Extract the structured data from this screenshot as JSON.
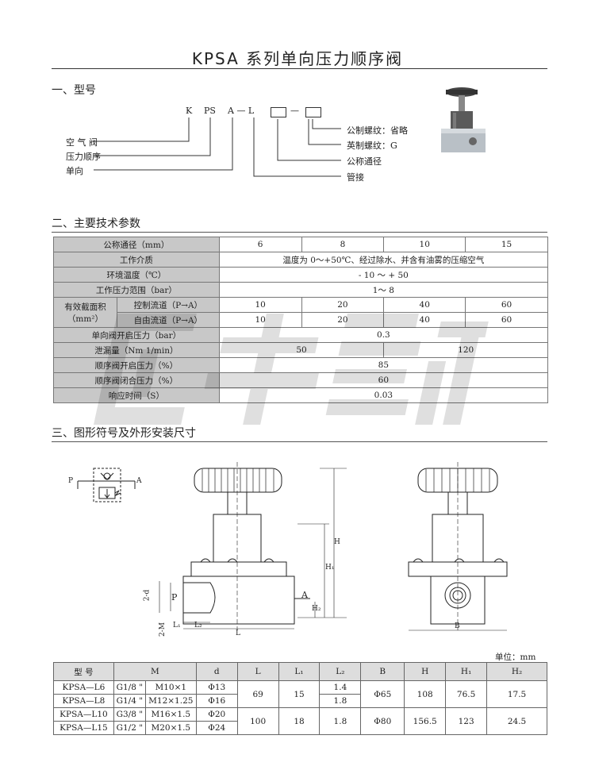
{
  "title": "KPSA 系列单向压力顺序阀",
  "section1": {
    "heading": "一、型号",
    "code": {
      "k": "K",
      "ps": "PS",
      "al": "A — L",
      "dash": "—"
    },
    "left_labels": [
      "空 气 阀",
      "压力顺序",
      "单向"
    ],
    "right_labels": [
      "公制螺纹：省略",
      "英制螺纹：G",
      "公称通径",
      "管接"
    ]
  },
  "section2": {
    "heading": "二、主要技术参数",
    "rows": {
      "diameter": {
        "label": "公称通径（mm）",
        "values": [
          "6",
          "8",
          "10",
          "15"
        ]
      },
      "medium": {
        "label": "工作介质",
        "value": "温度为 0～+50℃、经过除水、并含有油雾的压缩空气"
      },
      "temp": {
        "label": "环境温度（℃）",
        "value": "- 10 ～ + 50"
      },
      "pressure": {
        "label": "工作压力范围（bar）",
        "value": "1～ 8"
      },
      "area": {
        "label": "有效截面积",
        "unit": "（mm²）"
      },
      "control": {
        "label": "控制流道（P→A）",
        "values": [
          "10",
          "20",
          "40",
          "60"
        ]
      },
      "free": {
        "label": "自由流道（P→A）",
        "values": [
          "10",
          "20",
          "40",
          "60"
        ]
      },
      "check_open": {
        "label": "单向阀开启压力（bar）",
        "value": "0.3"
      },
      "leak": {
        "label": "泄漏量（Nm 1/min）",
        "values": [
          "50",
          "120"
        ]
      },
      "seq_open": {
        "label": "顺序阀开启压力（%）",
        "value": "85"
      },
      "seq_close": {
        "label": "顺序阀闭合压力（%）",
        "value": "60"
      },
      "response": {
        "label": "响应时间（S）",
        "value": "0.03"
      }
    }
  },
  "section3": {
    "heading": "三、图形符号及外形安装尺寸",
    "symbol_labels": {
      "p": "P",
      "a": "A"
    },
    "drawing_labels": {
      "h": "H",
      "h1": "H₁",
      "h2": "H₂",
      "l": "L",
      "l1": "L₁",
      "l2": "L₂",
      "b": "B",
      "d2": "2-d",
      "m2": "2-M",
      "p": "P",
      "a": "A"
    }
  },
  "dims_table": {
    "unit": "单位：mm",
    "headers": [
      "型  号",
      "M",
      "d",
      "L",
      "L₁",
      "L₂",
      "B",
      "H",
      "H₁",
      "H₂"
    ],
    "rows": [
      {
        "model": "KPSA—L6",
        "g": "G1/8 \"",
        "m": "M10×1",
        "d": "Φ13",
        "l2": "1.4"
      },
      {
        "model": "KPSA—L8",
        "g": "G1/4 \"",
        "m": "M12×1.25",
        "d": "Φ16",
        "l2": "1.8"
      },
      {
        "model": "KPSA—L10",
        "g": "G3/8 \"",
        "m": "M16×1.5",
        "d": "Φ20"
      },
      {
        "model": "KPSA—L15",
        "g": "G1/2 \"",
        "m": "M20×1.5",
        "d": "Φ24"
      }
    ],
    "group1": {
      "l": "69",
      "l1": "15",
      "b": "Φ65",
      "h": "108",
      "h1": "76.5",
      "h2": "17.5"
    },
    "group2": {
      "l": "100",
      "l1": "18",
      "l2": "1.8",
      "b": "Φ80",
      "h": "156.5",
      "h1": "123",
      "h2": "24.5"
    }
  }
}
